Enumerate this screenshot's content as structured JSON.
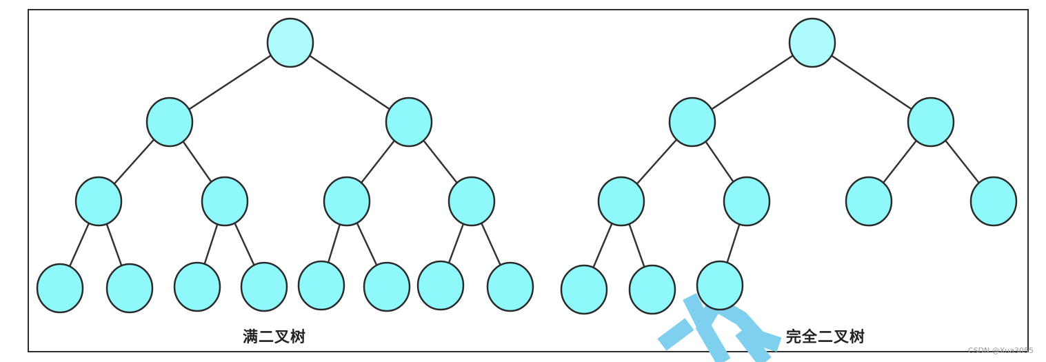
{
  "diagram": {
    "trees": [
      {
        "id": "full-binary-tree",
        "caption": "满二叉树",
        "depth": 4,
        "node_count": 15,
        "edges": [
          [
            "root",
            "L"
          ],
          [
            "root",
            "R"
          ],
          [
            "L",
            "LL"
          ],
          [
            "L",
            "LR"
          ],
          [
            "R",
            "RL"
          ],
          [
            "R",
            "RR"
          ],
          [
            "LL",
            "LLL"
          ],
          [
            "LL",
            "LLR"
          ],
          [
            "LR",
            "LRL"
          ],
          [
            "LR",
            "LRR"
          ],
          [
            "RL",
            "RLL"
          ],
          [
            "RL",
            "RLR"
          ],
          [
            "RR",
            "RRL"
          ],
          [
            "RR",
            "RRR"
          ]
        ]
      },
      {
        "id": "complete-binary-tree",
        "caption": "完全二叉树",
        "depth": 4,
        "node_count": 10,
        "edges": [
          [
            "root",
            "L"
          ],
          [
            "root",
            "R"
          ],
          [
            "L",
            "LL"
          ],
          [
            "L",
            "LR"
          ],
          [
            "R",
            "RL"
          ],
          [
            "R",
            "RR"
          ],
          [
            "LL",
            "LLL"
          ],
          [
            "LL",
            "LLR"
          ],
          [
            "LR",
            "LRL"
          ]
        ]
      }
    ],
    "colors": {
      "root_fill": "#aefbfd",
      "node_fill": "#8ff8fb",
      "node_stroke": "#2a2a2a",
      "edge": "#333333",
      "frame": "#2b2b2b",
      "watermark_logo": "#7fd0ee"
    }
  },
  "watermark": {
    "text": "CSDN @Xua3055"
  }
}
